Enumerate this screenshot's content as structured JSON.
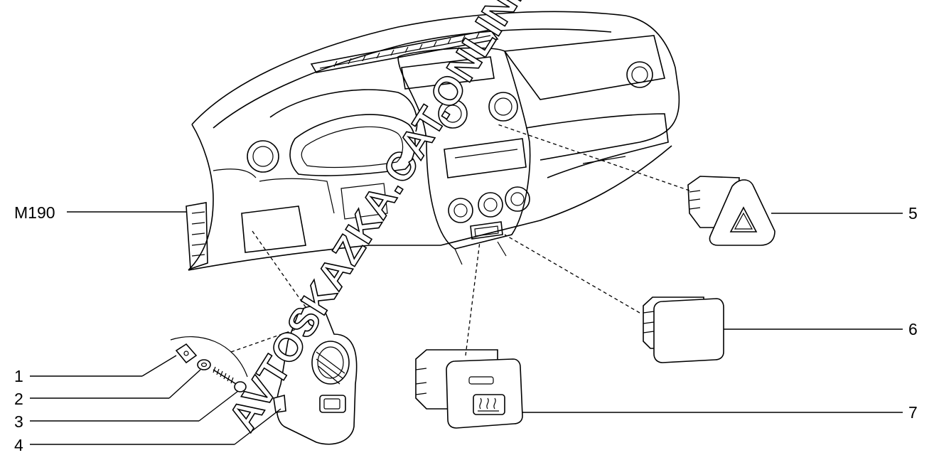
{
  "callouts": {
    "m190": "M190",
    "c1": "1",
    "c2": "2",
    "c3": "3",
    "c4": "4",
    "c5": "5",
    "c6": "6",
    "c7": "7"
  },
  "watermark": "AVTOSKAZKA.CAT.ONLINE"
}
